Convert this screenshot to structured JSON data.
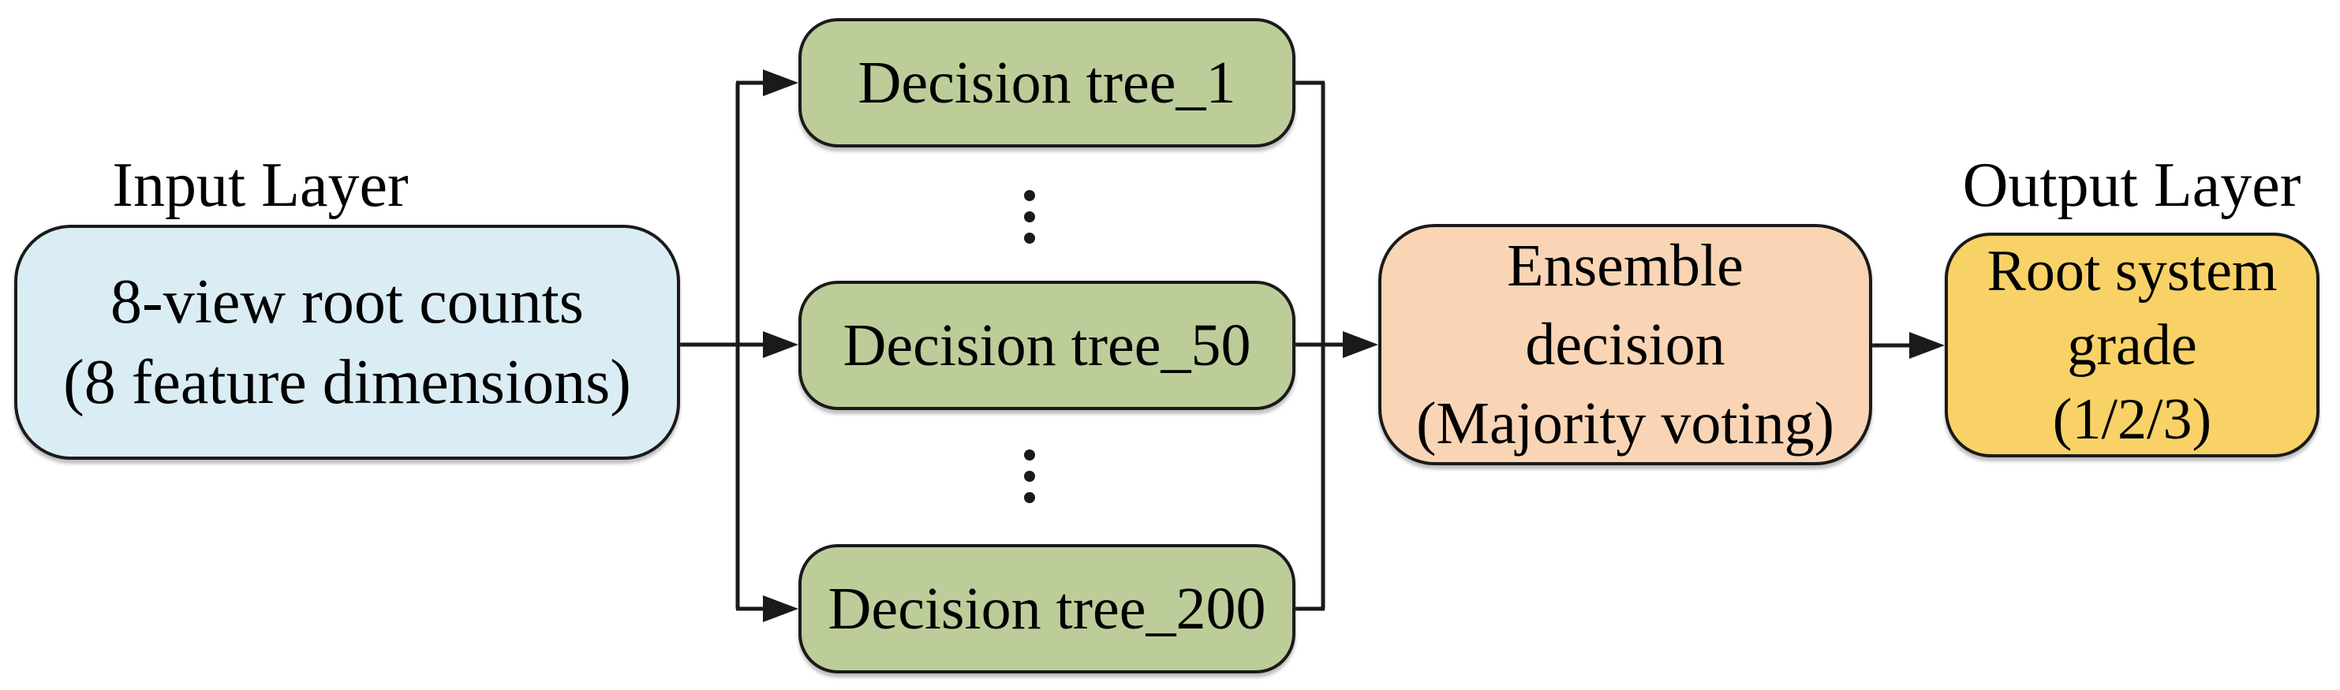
{
  "colors": {
    "background": "#ffffff",
    "input_fill": "#daecf4",
    "tree_fill": "#bccd99",
    "ensemble_fill": "#f9d5b5",
    "output_fill": "#f8d266",
    "line": "#1a1a1a",
    "border": "#1a1a1a",
    "text": "#000000"
  },
  "labels": {
    "input_layer": "Input Layer",
    "output_layer": "Output Layer"
  },
  "nodes": {
    "input": {
      "lines": [
        "8-view root counts",
        "(8 feature dimensions)"
      ]
    },
    "trees": [
      {
        "label": "Decision tree_1"
      },
      {
        "label": "Decision tree_50"
      },
      {
        "label": "Decision tree_200"
      }
    ],
    "ensemble": {
      "lines": [
        "Ensemble",
        "decision",
        "(Majority voting)"
      ]
    },
    "output": {
      "lines": [
        "Root system",
        "grade",
        "(1/2/3)"
      ]
    }
  }
}
